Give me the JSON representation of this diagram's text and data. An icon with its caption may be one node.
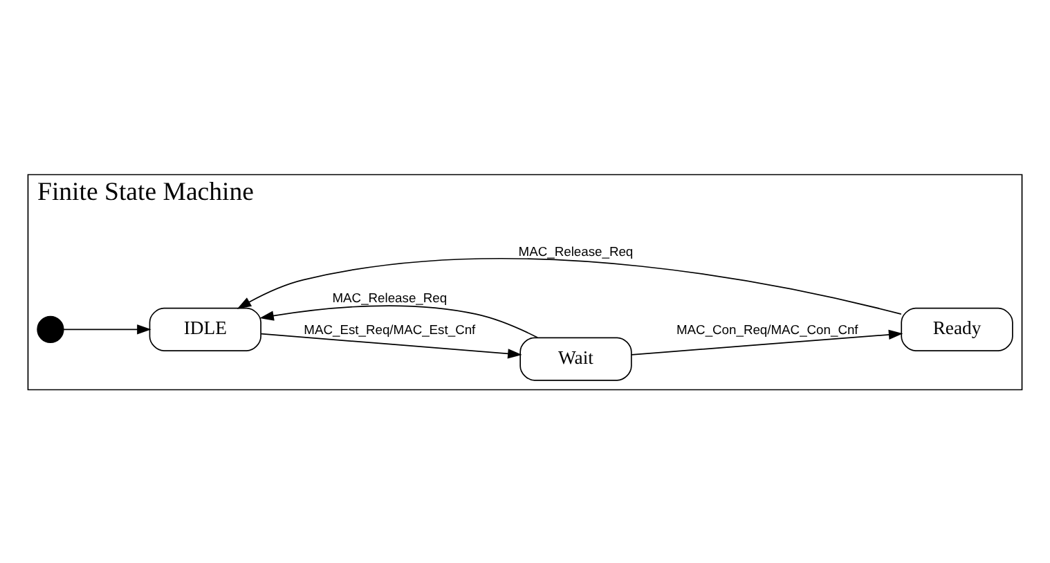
{
  "diagram": {
    "nodes": [
      {
        "text": [
          "Finite State Machine"
        ]
      },
      {
        "text": [],
        "shape": "circle",
        "in": 0
      },
      {
        "text": [
          "IDLE"
        ],
        "in": 0
      },
      {
        "text": [
          "Wait"
        ],
        "in": 0
      },
      {
        "text": [
          "Ready"
        ],
        "in": 0
      }
    ],
    "edges": [
      {
        "from": 1,
        "to": 2,
        "arrow": "to"
      },
      {
        "from": 2,
        "to": 3,
        "arrow": "to",
        "label": "MAC_Est_Req/MAC_Est_Cnf"
      },
      {
        "from": 3,
        "to": 4,
        "arrow": "to",
        "label": "MAC_Con_Req/MAC_Con_Cnf"
      },
      {
        "from": 3,
        "to": 2,
        "arrow": "to",
        "label": "MAC_Release_Req"
      },
      {
        "from": 4,
        "to": 2,
        "arrow": "to",
        "label": "MAC_Release_Req"
      }
    ]
  }
}
